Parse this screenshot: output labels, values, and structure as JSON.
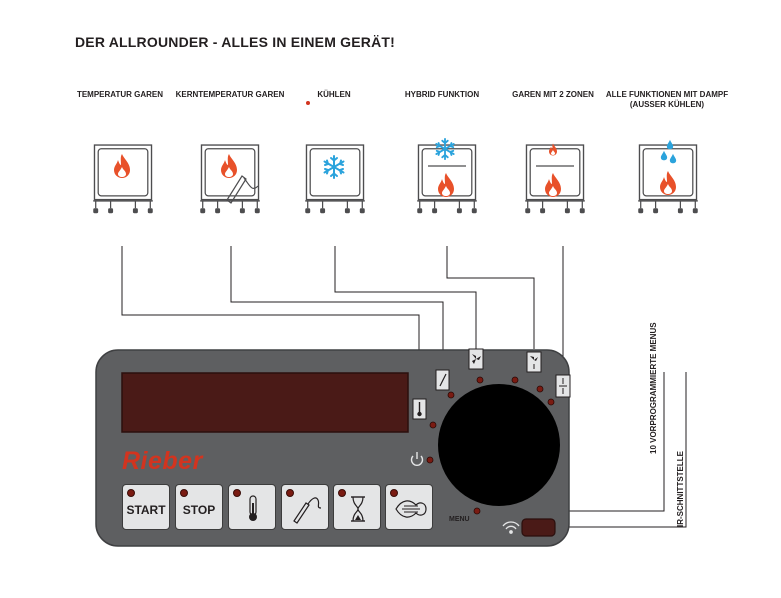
{
  "title": "DER ALLROUNDER - ALLES IN EINEM GERÄT!",
  "modes": [
    {
      "label": "TEMPERATUR GAREN",
      "icon": "flame-icon"
    },
    {
      "label": "KERNTEMPERATUR GAREN",
      "icon": "flame-probe-icon"
    },
    {
      "label": "KÜHLEN",
      "icon": "snowflake-icon"
    },
    {
      "label": "HYBRID FUNKTION",
      "icon": "snowflake-flame-icon"
    },
    {
      "label": "GAREN MIT 2 ZONEN",
      "icon": "two-zone-flame-icon"
    },
    {
      "label": "ALLE FUNKTIONEN MIT DAMPF (AUSSER KÜHLEN)",
      "icon": "steam-flame-icon"
    }
  ],
  "side_labels": {
    "menus": "10 VORPROGRAMMIERTE MENUS",
    "ir": "IR-SCHNITTSTELLE"
  },
  "panel": {
    "brand": "Rieber",
    "buttons": {
      "start": "START",
      "stop": "STOP",
      "temperature_icon": "thermometer-icon",
      "core_probe_icon": "core-probe-icon",
      "timer_icon": "hourglass-icon",
      "steam_icon": "steam-icon"
    },
    "menu_label": "MENU"
  },
  "colors": {
    "panel": "#5e5f61",
    "display": "#4a1a17",
    "flame": "#e8512a",
    "snow": "#2ba3dc",
    "brand": "#d2341f",
    "led": "#7a1b12"
  }
}
